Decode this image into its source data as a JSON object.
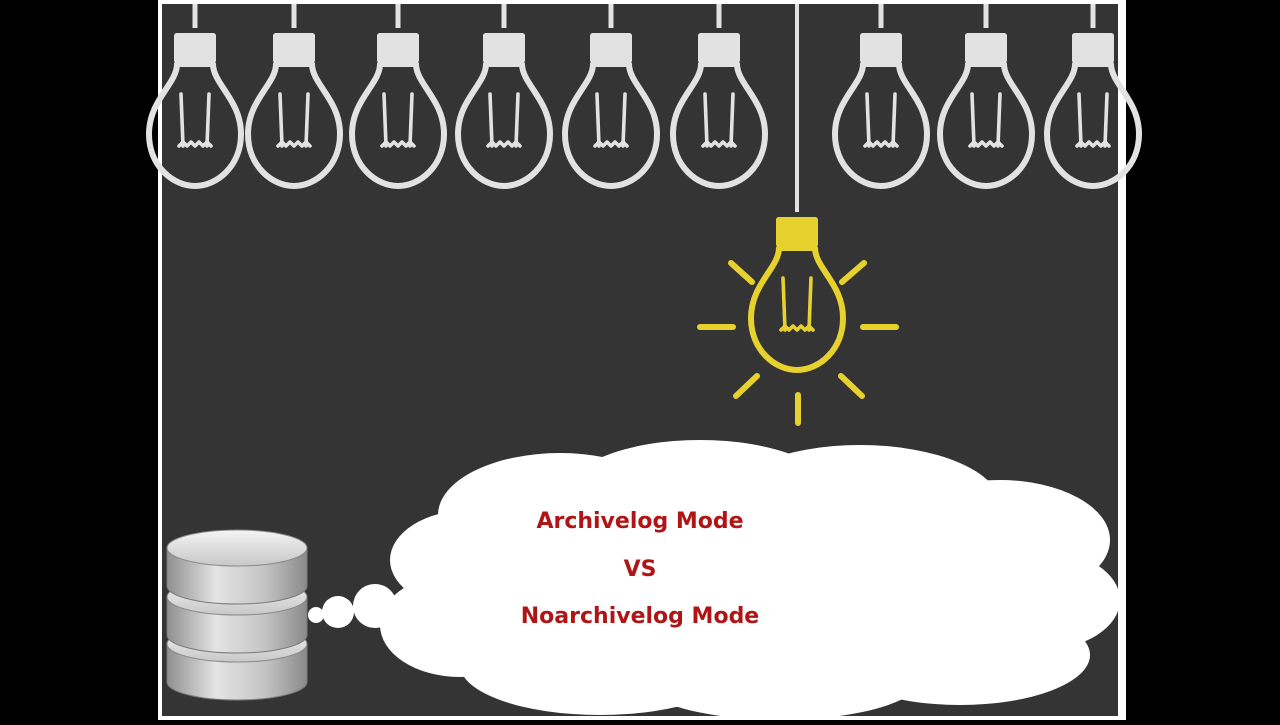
{
  "colors": {
    "letterbox": "#000000",
    "frame": "#ffffff",
    "chalkboard": "#343434",
    "chalk": "#e2e2e2",
    "lit_bulb": "#e7d12f",
    "cloud": "#ffffff",
    "text": "#b01515",
    "database": "#b3b3b3"
  },
  "icons": {
    "bulbs": "light-bulb-icon",
    "lit_bulb": "lit-light-bulb-icon",
    "database": "database-icon",
    "cloud": "thought-cloud"
  },
  "thought": {
    "line1": "Archivelog Mode",
    "line2": "VS",
    "line3": "Noarchivelog Mode"
  }
}
